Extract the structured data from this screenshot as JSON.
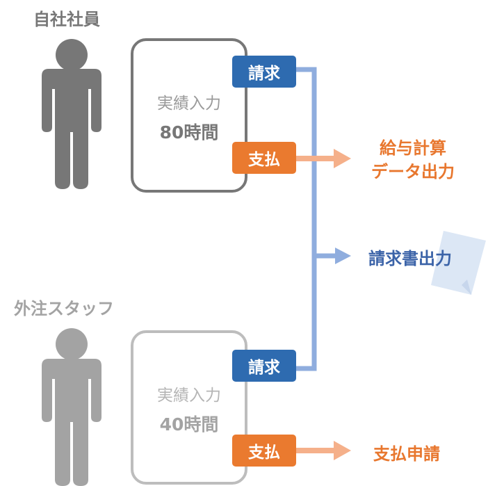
{
  "colors": {
    "employee_gray": "#777777",
    "contractor_gray": "#a3a3a3",
    "billing_blue": "#2e6bb0",
    "pay_orange": "#ea7a2f",
    "billing_line": "#8fadde",
    "pay_arrow": "#f5b08a",
    "doc_fill": "#dce7f5"
  },
  "icons": {
    "employee": "person-icon",
    "contractor": "person-icon",
    "invoice_doc": "document-icon"
  },
  "employee": {
    "label": "自社社員",
    "card": {
      "title": "実績入力",
      "hours": "80時間"
    },
    "billing_tag": "請求",
    "pay_tag": "支払"
  },
  "contractor": {
    "label": "外注スタッフ",
    "card": {
      "title": "実績入力",
      "hours": "40時間"
    },
    "billing_tag": "請求",
    "pay_tag": "支払"
  },
  "outputs": {
    "payroll_line1": "給与計算",
    "payroll_line2": "データ出力",
    "invoice": "請求書出力",
    "payment_request": "支払申請"
  }
}
